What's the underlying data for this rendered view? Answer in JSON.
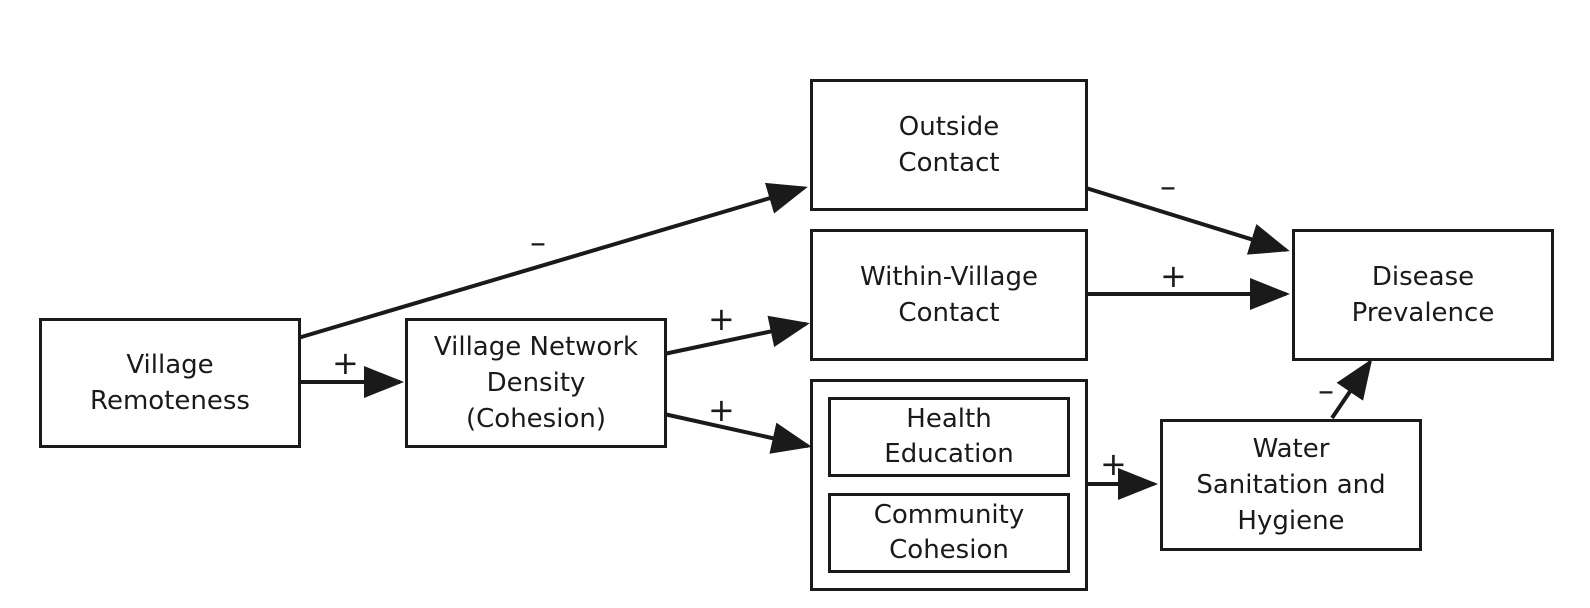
{
  "nodes": {
    "village_remoteness": [
      "Village",
      "Remoteness"
    ],
    "network_density": [
      "Village Network",
      "Density",
      "(Cohesion)"
    ],
    "outside_contact": [
      "Outside",
      "Contact"
    ],
    "within_contact": [
      "Within-Village",
      "Contact"
    ],
    "health_education": [
      "Health",
      "Education"
    ],
    "community_cohesion": [
      "Community",
      "Cohesion"
    ],
    "water_sanitation": [
      "Water",
      "Sanitation and",
      "Hygiene"
    ],
    "disease_prevalence": [
      "Disease",
      "Prevalence"
    ]
  },
  "edges": {
    "remoteness_to_outside": "–",
    "remoteness_to_density": "+",
    "density_to_within": "+",
    "density_to_programs": "+",
    "outside_to_disease": "–",
    "within_to_disease": "+",
    "programs_to_wash": "+",
    "wash_to_disease": "–"
  },
  "colors": {
    "stroke": "#1a1a1a",
    "background": "#ffffff"
  }
}
